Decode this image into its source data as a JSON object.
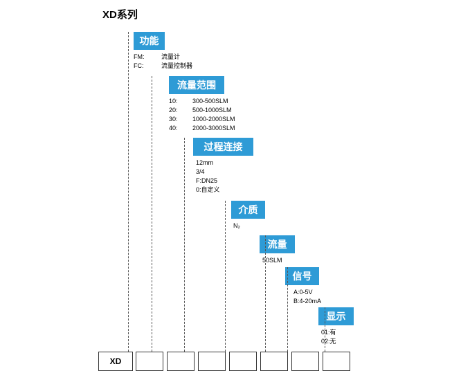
{
  "title": "XD系列",
  "categories": [
    {
      "label": "功能",
      "options": [
        {
          "code": "FM:",
          "text": "流量计"
        },
        {
          "code": "FC:",
          "text": "流量控制器"
        }
      ]
    },
    {
      "label": "流量范围",
      "options": [
        {
          "code": "10:",
          "text": "300-500SLM"
        },
        {
          "code": "20:",
          "text": "500-1000SLM"
        },
        {
          "code": "30:",
          "text": "1000-2000SLM"
        },
        {
          "code": "40:",
          "text": "2000-3000SLM"
        }
      ]
    },
    {
      "label": "过程连接",
      "options": [
        {
          "code": "12mm",
          "text": ""
        },
        {
          "code": "3/4",
          "text": ""
        },
        {
          "code": "F:DN25",
          "text": ""
        },
        {
          "code": "0:",
          "text": "自定义"
        }
      ]
    },
    {
      "label": "介质",
      "options": [
        {
          "code": "N₂",
          "text": ""
        }
      ]
    },
    {
      "label": "流量",
      "options": [
        {
          "code": "50SLM",
          "text": ""
        }
      ]
    },
    {
      "label": "信号",
      "options": [
        {
          "code": "A:0-5V",
          "text": ""
        },
        {
          "code": "B:4-20mA",
          "text": ""
        }
      ]
    },
    {
      "label": "显示",
      "options": [
        {
          "code": "01:有",
          "text": ""
        },
        {
          "code": "02:无",
          "text": ""
        }
      ]
    }
  ],
  "slots": [
    {
      "label": "XD"
    },
    {
      "label": ""
    },
    {
      "label": ""
    },
    {
      "label": ""
    },
    {
      "label": ""
    },
    {
      "label": ""
    },
    {
      "label": ""
    },
    {
      "label": ""
    }
  ]
}
